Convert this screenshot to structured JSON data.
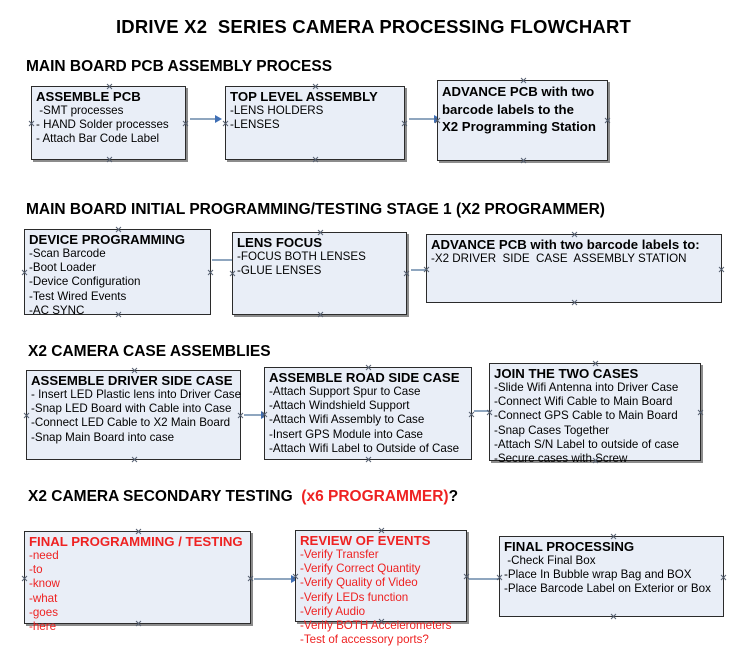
{
  "document": {
    "title": "IDRIVE X2  SERIES CAMERA PROCESSING FLOWCHART"
  },
  "sections": [
    {
      "id": "main-board-pcb-assembly",
      "heading": "MAIN BOARD PCB ASSEMBLY PROCESS",
      "heading_accent": "",
      "heading_suffix": ""
    },
    {
      "id": "main-board-initial-programming",
      "heading": "MAIN BOARD INITIAL PROGRAMMING/TESTING STAGE 1 (X2 PROGRAMMER)",
      "heading_accent": "",
      "heading_suffix": ""
    },
    {
      "id": "x2-camera-case-assemblies",
      "heading": "X2 CAMERA CASE ASSEMBLIES",
      "heading_accent": "",
      "heading_suffix": ""
    },
    {
      "id": "x2-camera-secondary-testing",
      "heading": "X2 CAMERA SECONDARY TESTING  ",
      "heading_accent": "(x6 PROGRAMMER)",
      "heading_suffix": "?"
    }
  ],
  "boxes": {
    "assemble_pcb": {
      "title": "ASSEMBLE PCB",
      "lines": [
        " -SMT processes",
        "- HAND Solder processes",
        "- Attach Bar Code Label"
      ]
    },
    "top_level_assembly": {
      "title": "TOP LEVEL ASSEMBLY",
      "lines": [
        "-LENS HOLDERS",
        "-LENSES"
      ]
    },
    "advance_pcb_programming_station": {
      "title": "ADVANCE PCB with two\nbarcode labels to the\n X2 Programming Station",
      "lines": []
    },
    "device_programming": {
      "title": "DEVICE PROGRAMMING",
      "lines": [
        "-Scan Barcode",
        "-Boot Loader",
        "-Device Configuration",
        "-Test Wired Events",
        "-AC SYNC"
      ]
    },
    "lens_focus": {
      "title": "LENS FOCUS",
      "lines": [
        "-FOCUS BOTH LENSES",
        "-GLUE LENSES"
      ]
    },
    "advance_pcb_driver_side": {
      "title": "ADVANCE PCB with two barcode labels to:",
      "lines": [
        "-X2 DRIVER  SIDE  CASE  ASSEMBLY STATION"
      ]
    },
    "assemble_driver_side_case": {
      "title": "ASSEMBLE DRIVER SIDE CASE",
      "lines": [
        "- Insert LED Plastic lens into Driver Case",
        "-Snap LED Board with Cable into Case",
        "-Connect LED Cable to X2 Main Board",
        "-Snap Main Board into case"
      ]
    },
    "assemble_road_side_case": {
      "title": "ASSEMBLE ROAD SIDE CASE",
      "lines": [
        "-Attach Support Spur to Case",
        "-Attach Windshield Support",
        "-Attach Wifi Assembly to Case",
        "-Insert GPS Module into Case",
        "-Attach Wifi Label to Outside of Case"
      ]
    },
    "join_the_two_cases": {
      "title": "JOIN THE TWO CASES",
      "lines": [
        "-Slide Wifi Antenna into Driver Case",
        "-Connect Wifi Cable to Main Board",
        "-Connect GPS Cable to Main Board",
        "-Snap Cases Together",
        "-Attach S/N Label to outside of case",
        "-Secure cases with Screw"
      ]
    },
    "final_programming_testing": {
      "title": "FINAL PROGRAMMING / TESTING",
      "lines": [
        "-need",
        "-to",
        "-know",
        "-what",
        "-goes",
        "-here"
      ]
    },
    "review_of_events": {
      "title": "REVIEW OF EVENTS",
      "lines": [
        "-Verify Transfer",
        "-Verify Correct Quantity",
        "-Verify Quality of Video",
        "-Verify LEDs function",
        "-Verify Audio",
        "-Verify BOTH Accelerometers",
        "-Test of accessory ports?"
      ]
    },
    "final_processing": {
      "title": "FINAL PROCESSING",
      "lines": [
        " -Check Final Box",
        "-Place In Bubble wrap Bag and BOX",
        "-Place Barcode Label on Exterior or Box"
      ]
    }
  },
  "colors": {
    "box_fill": "#e9eef7",
    "box_border": "#2b2b2b",
    "box_shadow": "#8c8c8c",
    "arrow_shaft": "#8fa6bf",
    "arrow_head": "#3f6fb5",
    "accent_red": "#ee2222",
    "text": "#000000"
  }
}
